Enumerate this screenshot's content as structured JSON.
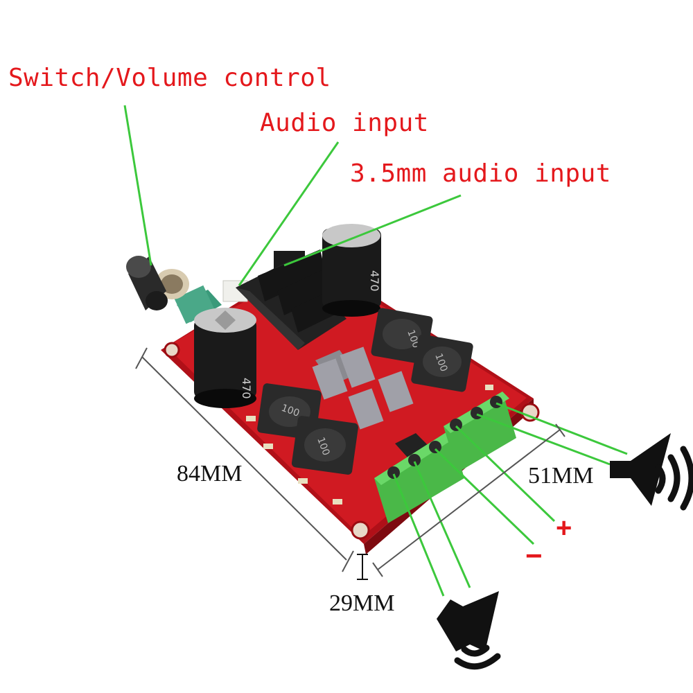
{
  "callouts": {
    "switch_volume": "Switch/Volume control",
    "audio_input": "Audio input",
    "aux_input": "3.5mm audio input"
  },
  "dimensions": {
    "length": "84MM",
    "width": "51MM",
    "height": "29MM"
  },
  "terminals": {
    "plus": "+",
    "minus": "−"
  },
  "board": {
    "inductor_marking": "100",
    "cap_marking": "470"
  },
  "colors": {
    "callout_text": "#e4181c",
    "leader_line": "#3cc83c",
    "pcb": "#c8161e",
    "terminal": "#5cc85a",
    "heatsink": "#1a1a1a"
  },
  "icons": [
    "speaker-icon",
    "speaker-icon"
  ]
}
